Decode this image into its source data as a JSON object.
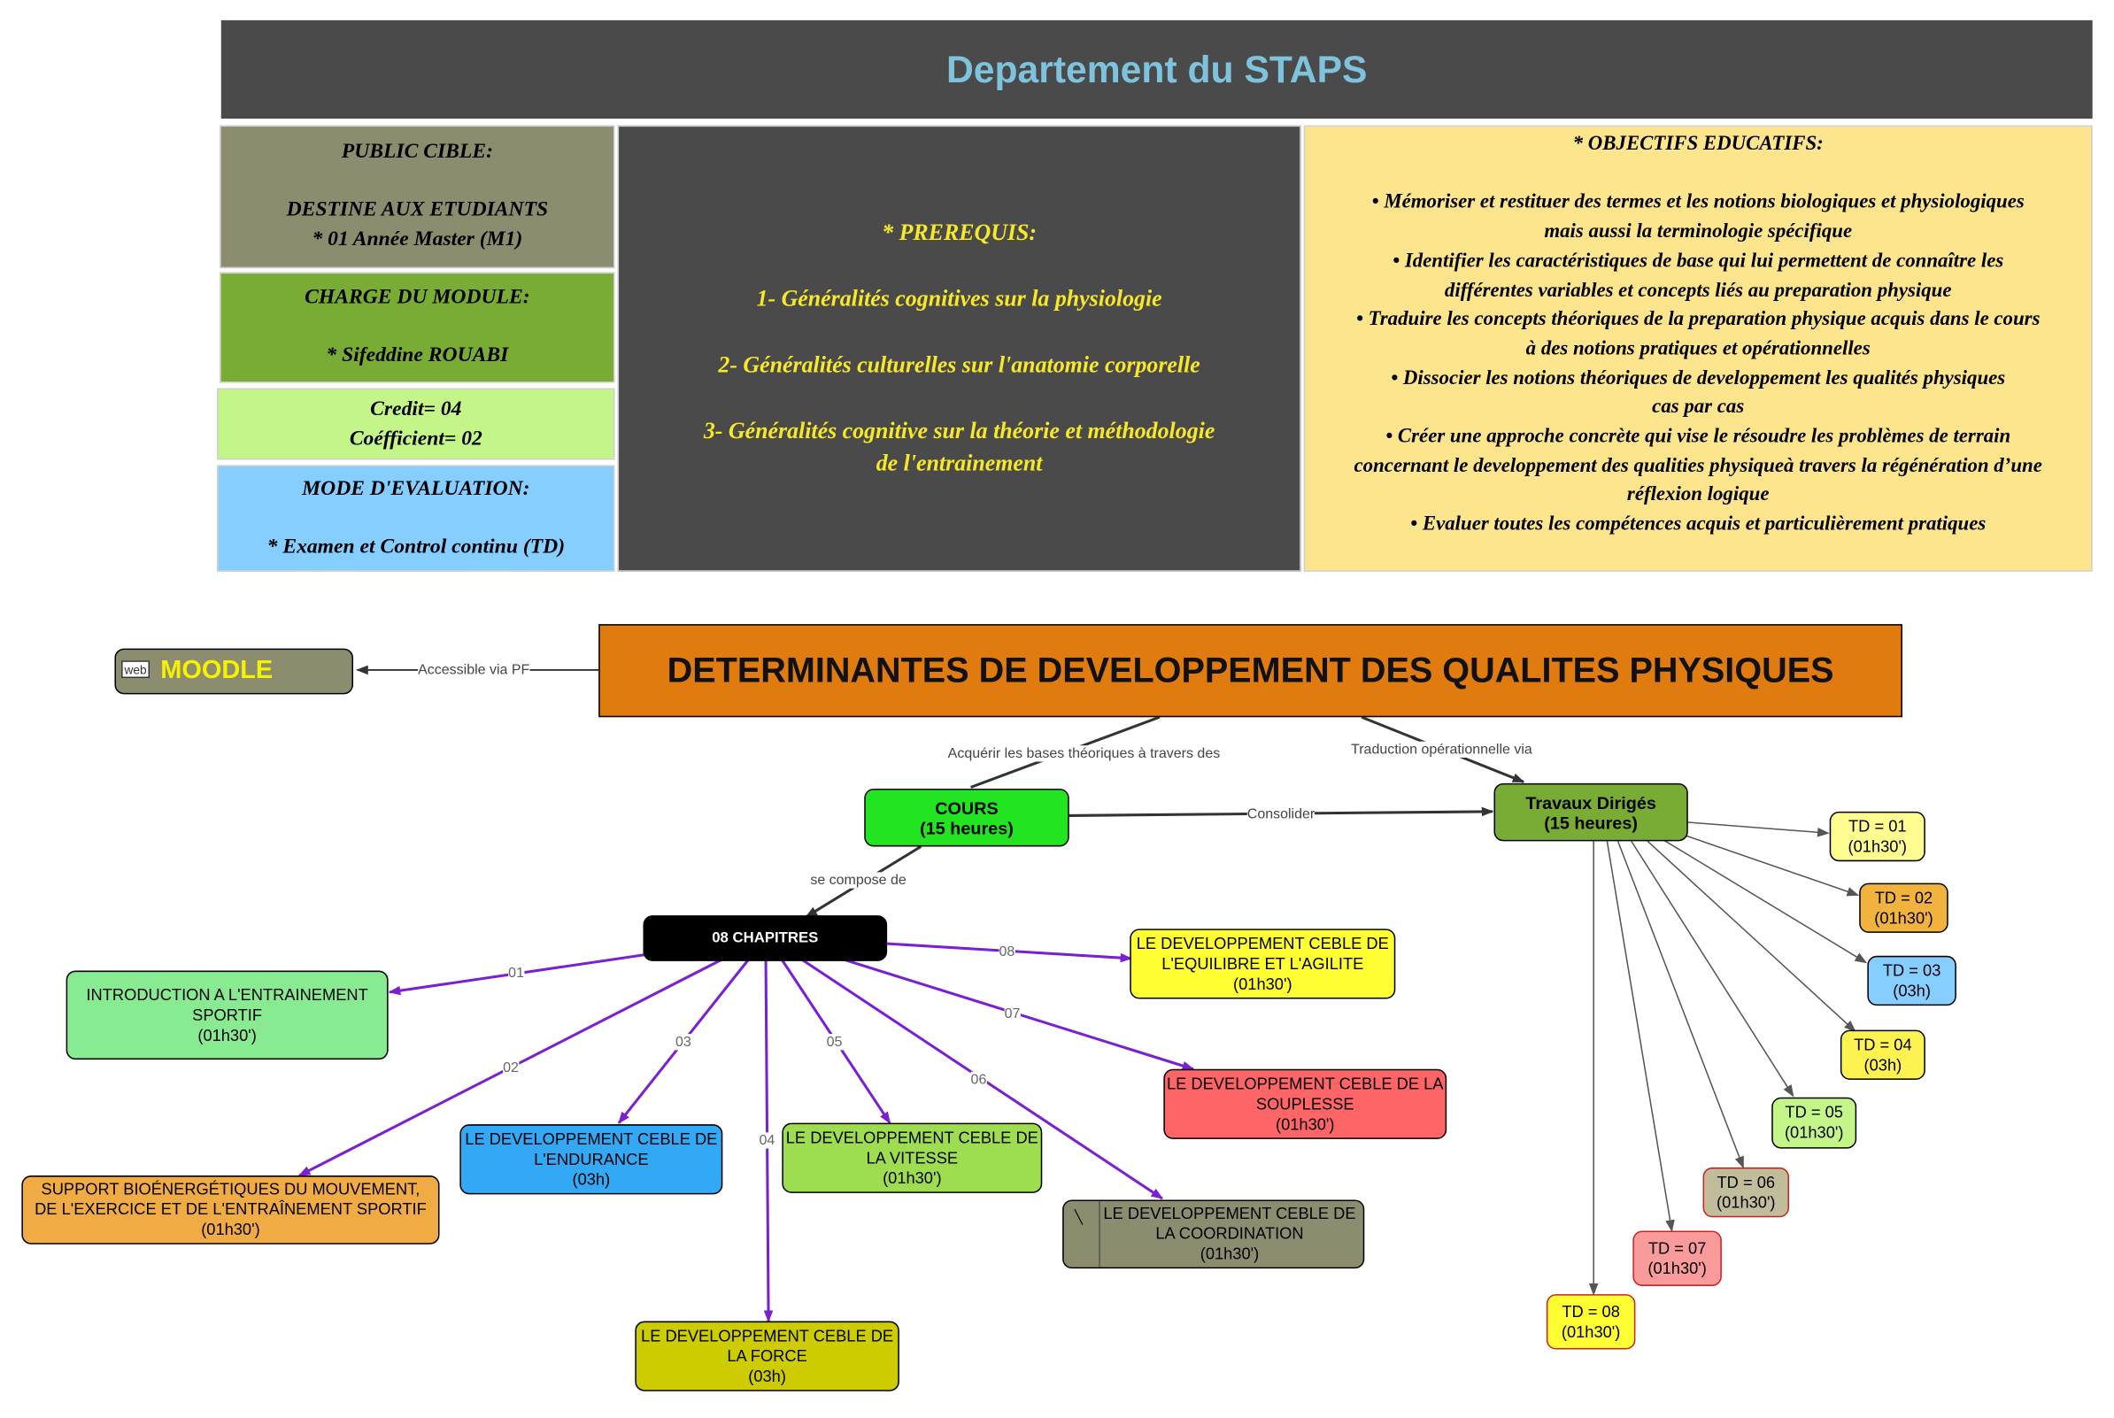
{
  "header": {
    "title": "Departement du STAPS",
    "bg": "#4a4a4a",
    "color": "#7ec3dd"
  },
  "panels": {
    "public": {
      "text": "PUBLIC CIBLE:\n\nDESTINE AUX ETUDIANTS\n* 01 Année Master (M1)",
      "color": "#8c8c6e"
    },
    "charge": {
      "text": "CHARGE DU MODULE:\n\n* Sifeddine ROUABI",
      "color": "#78ac34"
    },
    "credit": {
      "text": "Credit= 04\nCoéfficient= 02",
      "color": "#c4f588"
    },
    "mode": {
      "text": "MODE D'EVALUATION:\n\n* Examen et Control continu (TD)",
      "color": "#86ceff"
    },
    "prereq": {
      "text": "* PREREQUIS:\n\n1- Généralités cognitives sur la physiologie\n\n2- Généralités culturelles sur l'anatomie corporelle\n\n3- Généralités cognitive sur la théorie et méthodologie\nde l'entrainement",
      "color": "#4a4a4a",
      "text_color": "#f7e829"
    },
    "objectifs": {
      "text": "* OBJECTIFS EDUCATIFS:\n\n•  Mémoriser et restituer des termes et les notions biologiques   et physiologiques\nmais aussi la terminologie spécifique\n•  Identifier les caractéristiques de base qui lui permettent de connaître  les\ndifférentes variables et concepts liés au preparation physique\n•  Traduire les concepts  théoriques de la preparation physique acquis dans le cours\nà des notions pratiques et opérationnelles\n•  Dissocier les notions théoriques de developpement les qualités  physiques\ncas par cas\n•  Créer une approche concrète  qui vise le résoudre les problèmes de  terrain\nconcernant le developpement des qualities physiqueà travers la régénération d’une\nréflexion logique\n•  Evaluer toutes les compétences acquis et particulièrement pratiques",
      "color": "#fde58d"
    }
  },
  "moodle": {
    "icon_text": "web",
    "label": "MOODLE",
    "bg": "#8c8c6e",
    "text_color": "#f7f200"
  },
  "main_title": {
    "text": "DETERMINANTES DE DEVELOPPEMENT DES QUALITES PHYSIQUES",
    "bg": "#e07b10"
  },
  "edge_labels": {
    "accessible": "Accessible via PF",
    "acquerir": "Acquérir les bases théoriques à travers des",
    "traduction": "Traduction opérationnelle via",
    "consolider": "Consolider",
    "compose": "se compose de"
  },
  "cours": {
    "text": "COURS\n(15 heures)",
    "bg": "#22e421"
  },
  "td_main": {
    "text": "Travaux Dirigés\n(15 heures)",
    "bg": "#78ac34"
  },
  "chapitres": {
    "text": "08 CHAPITRES",
    "bg": "#000000",
    "text_color": "#ffffff"
  },
  "chapters": [
    {
      "num": "01",
      "text": "INTRODUCTION A L'ENTRAINEMENT\nSPORTIF\n(01h30')",
      "bg": "#89eb91"
    },
    {
      "num": "02",
      "text": "SUPPORT BIOÉNERGÉTIQUES DU MOUVEMENT,\nDE L'EXERCICE ET DE L'ENTRAÎNEMENT SPORTIF\n(01h30')",
      "bg": "#f1ab45"
    },
    {
      "num": "03",
      "text": "LE DEVELOPPEMENT CEBLE DE\nL'ENDURANCE\n(03h)",
      "bg": "#33a8f5"
    },
    {
      "num": "04",
      "text": "LE DEVELOPPEMENT CEBLE DE\nLA FORCE\n(03h)",
      "bg": "#cccc00"
    },
    {
      "num": "05",
      "text": "LE DEVELOPPEMENT CEBLE DE\nLA VITESSE\n(01h30')",
      "bg": "#9edd50"
    },
    {
      "num": "06",
      "text": "LE DEVELOPPEMENT CEBLE DE\nLA COORDINATION\n(01h30')",
      "bg": "#8c8c6e"
    },
    {
      "num": "07",
      "text": "LE DEVELOPPEMENT CEBLE DE LA\nSOUPLESSE\n(01h30')",
      "bg": "#fe6566"
    },
    {
      "num": "08",
      "text": "LE DEVELOPPEMENT CEBLE DE\nL'EQUILIBRE ET L'AGILITE\n(01h30')",
      "bg": "#fefe33"
    }
  ],
  "tds": [
    {
      "text": "TD = 01\n(01h30')",
      "bg": "#fffc8f"
    },
    {
      "text": "TD = 02\n(01h30')",
      "bg": "#f1b33d"
    },
    {
      "text": "TD = 03\n(03h)",
      "bg": "#86ceff"
    },
    {
      "text": "TD = 04\n(03h)",
      "bg": "#fdf24f"
    },
    {
      "text": "TD = 05\n(01h30')",
      "bg": "#c4f588"
    },
    {
      "text": "TD = 06\n(01h30')",
      "bg": "#c1bd9a"
    },
    {
      "text": "TD = 07\n(01h30')",
      "bg": "#f99b9b"
    },
    {
      "text": "TD = 08\n(01h30')",
      "bg": "#fefe33"
    }
  ]
}
